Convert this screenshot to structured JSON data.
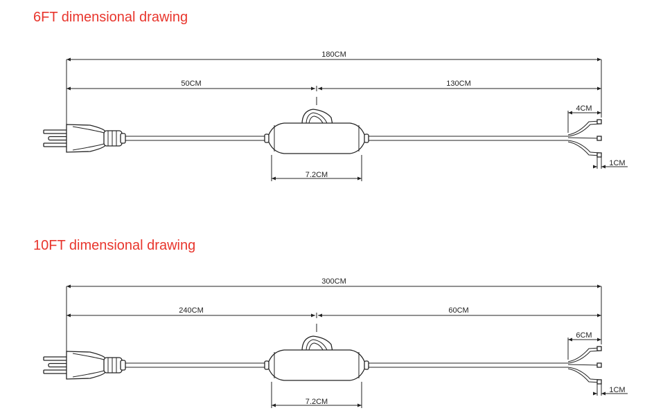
{
  "drawings": [
    {
      "title": "6FT dimensional drawing",
      "dims": {
        "total": "180CM",
        "left": "50CM",
        "right": "130CM",
        "switch": "7.2CM",
        "strip": "4CM",
        "tip": "1CM"
      }
    },
    {
      "title": "10FT dimensional drawing",
      "dims": {
        "total": "300CM",
        "left": "240CM",
        "right": "60CM",
        "switch": "7.2CM",
        "strip": "6CM",
        "tip": "1CM"
      }
    }
  ],
  "colors": {
    "heading": "#e8352c",
    "line": "#222222"
  }
}
